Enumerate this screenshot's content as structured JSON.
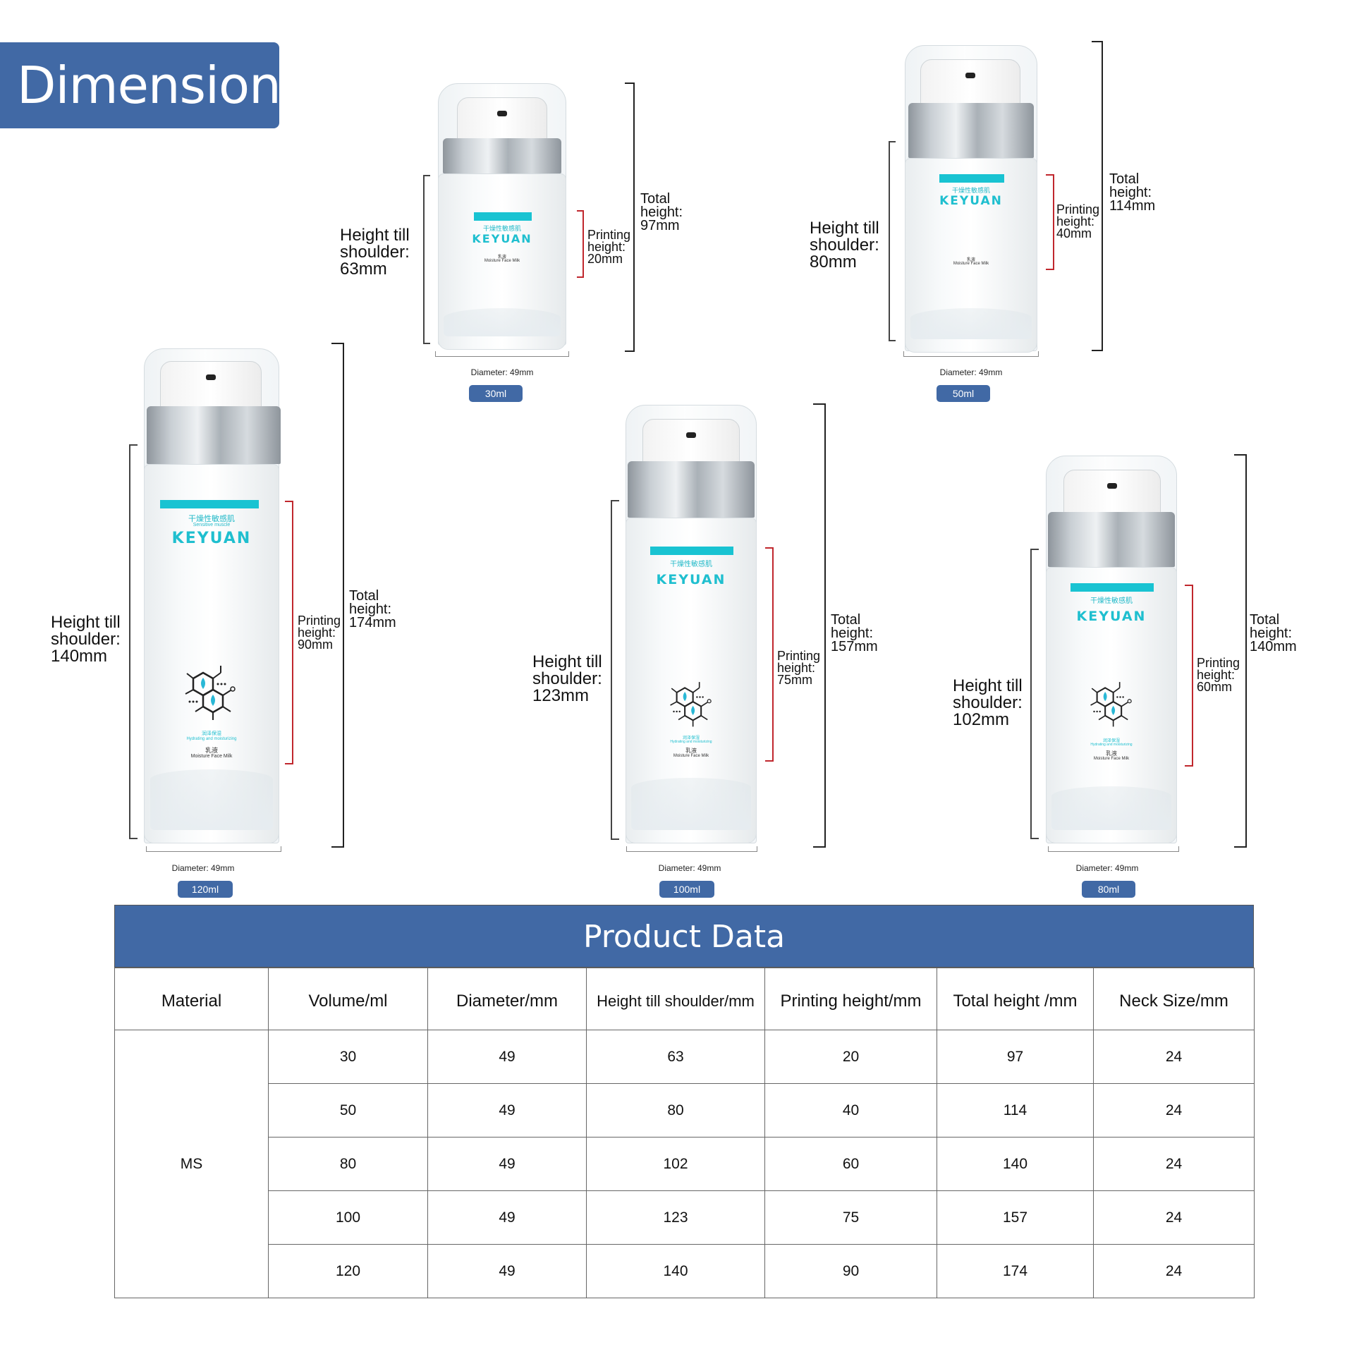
{
  "header": {
    "title": "Dimension:"
  },
  "products": [
    {
      "id": "p30",
      "volume_badge": "30ml",
      "diameter": "Diameter: 49mm",
      "height_shoulder": [
        "Height till",
        "shoulder:",
        "63mm"
      ],
      "printing": [
        "Printing",
        "height:",
        "20mm"
      ],
      "total": [
        "Total height:",
        "97mm"
      ]
    },
    {
      "id": "p50",
      "volume_badge": "50ml",
      "diameter": "Diameter: 49mm",
      "height_shoulder": [
        "Height till",
        "shoulder:",
        "80mm"
      ],
      "printing": [
        "Printing",
        "height:",
        "40mm"
      ],
      "total": [
        "Total height:",
        "114mm"
      ]
    },
    {
      "id": "p120",
      "volume_badge": "120ml",
      "diameter": "Diameter: 49mm",
      "height_shoulder": [
        "Height till",
        "shoulder:",
        "140mm"
      ],
      "printing": [
        "Printing",
        "height:",
        "90mm"
      ],
      "total": [
        "Total height:",
        "174mm"
      ]
    },
    {
      "id": "p100",
      "volume_badge": "100ml",
      "diameter": "Diameter: 49mm",
      "height_shoulder": [
        "Height till",
        "shoulder:",
        "123mm"
      ],
      "printing": [
        "Printing",
        "height:",
        "75mm"
      ],
      "total": [
        "Total height:",
        "157mm"
      ]
    },
    {
      "id": "p80",
      "volume_badge": "80ml",
      "diameter": "Diameter: 49mm",
      "height_shoulder": [
        "Height till",
        "shoulder:",
        "102mm"
      ],
      "printing": [
        "Printing",
        "height:",
        "60mm"
      ],
      "total": [
        "Total height:",
        "140mm"
      ]
    }
  ],
  "label": {
    "cn_title": "干燥性敏感肌",
    "subtitle": "Sensitive muscle",
    "brand": "KEYUAN",
    "cn_sub": "润泽保湿",
    "sub_en": "Hydrating and moisturizing",
    "cn_product": "乳液",
    "product_en": "Moisture Face Milk"
  },
  "table": {
    "title": "Product Data",
    "headers": [
      "Material",
      "Volume/ml",
      "Diameter/mm",
      "Height till shoulder/mm",
      "Printing height/mm",
      "Total height /mm",
      "Neck Size/mm"
    ],
    "material": "MS",
    "rows": [
      [
        "30",
        "49",
        "63",
        "20",
        "97",
        "24"
      ],
      [
        "50",
        "49",
        "80",
        "40",
        "114",
        "24"
      ],
      [
        "80",
        "49",
        "102",
        "60",
        "140",
        "24"
      ],
      [
        "100",
        "49",
        "123",
        "75",
        "157",
        "24"
      ],
      [
        "120",
        "49",
        "140",
        "90",
        "174",
        "24"
      ]
    ]
  },
  "colors": {
    "accent": "#4169a5",
    "label_cyan": "#19c3d2",
    "print_red": "#c0272d"
  }
}
